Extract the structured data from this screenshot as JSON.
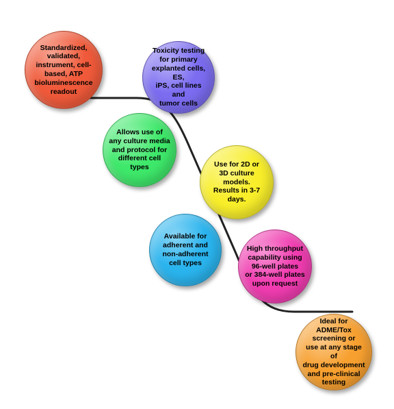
{
  "bubbles": [
    {
      "id": "b1",
      "color": "#f05a3a",
      "text": "Standardized,\nvalidated,\ninstrument, cell-\nbased, ATP\nbioluminescence\nreadout"
    },
    {
      "id": "b2",
      "color": "#7b6cf0",
      "text": "Toxicity testing\nfor primary\nexplanted cells, ES,\niPS, cell lines and\ntumor cells"
    },
    {
      "id": "b3",
      "color": "#3ee86a",
      "text": "Allows use of\nany culture media\nand protocol for\ndifferent cell types"
    },
    {
      "id": "b4",
      "color": "#f8ee2a",
      "text": "Use for 2D or\n3D culture models.\nResults in 3-7 days."
    },
    {
      "id": "b5",
      "color": "#2ab4ee",
      "text": "Available for\nadherent and\nnon-adherent\ncell types"
    },
    {
      "id": "b6",
      "color": "#f03cb0",
      "text": "High throughput\ncapability using\n96-well plates\nor 384-well plates\nupon request"
    },
    {
      "id": "b7",
      "color": "#f7a030",
      "text": "Ideal for\nADME/Tox\nscreening or\nuse at any stage of\ndrug development\nand pre-clinical\ntesting"
    }
  ]
}
